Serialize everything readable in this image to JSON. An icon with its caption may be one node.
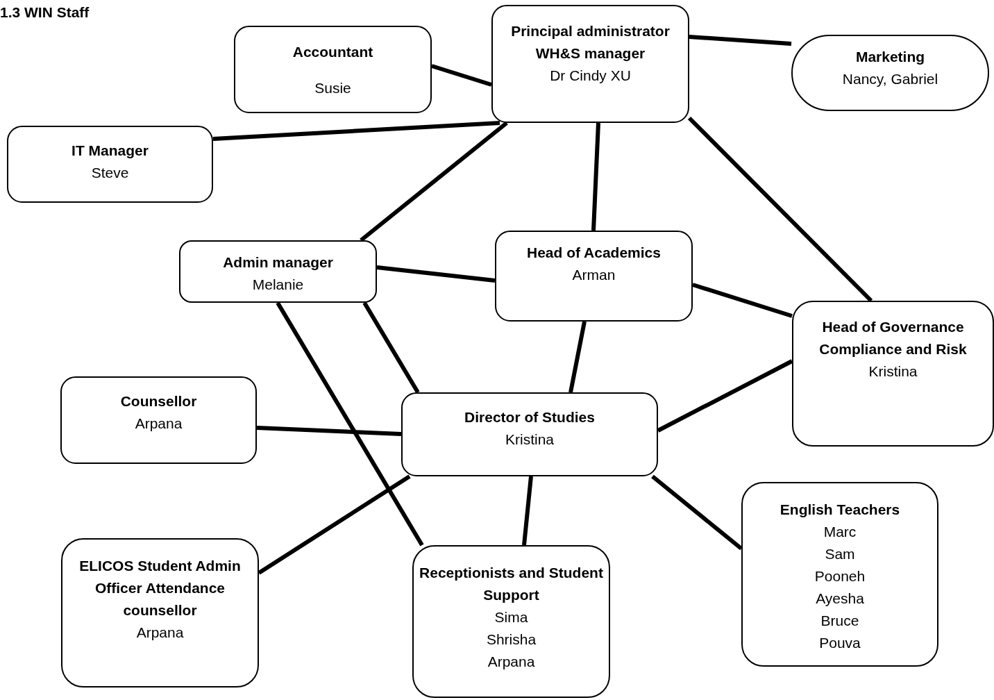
{
  "diagram": {
    "title": "1.3 WIN Staff",
    "nodes": [
      {
        "text": [
          "Accountant",
          "Susie"
        ]
      },
      {
        "text": [
          "Principal administrator WH&S manager",
          "Dr Cindy XU"
        ]
      },
      {
        "text": [
          "Marketing",
          "Nancy, Gabriel"
        ]
      },
      {
        "text": [
          "IT Manager",
          "Steve"
        ]
      },
      {
        "text": [
          "Admin manager",
          "Melanie"
        ]
      },
      {
        "text": [
          "Head of Academics",
          "Arman"
        ]
      },
      {
        "text": [
          "Head of Governance Compliance and Risk",
          "Kristina"
        ]
      },
      {
        "text": [
          "Counsellor",
          "Arpana"
        ]
      },
      {
        "text": [
          "Director of Studies",
          "Kristina"
        ]
      },
      {
        "text": [
          "ELICOS Student Admin Officer Attendance counsellor",
          "Arpana"
        ]
      },
      {
        "text": [
          "Receptionists and Student Support",
          "Sima",
          "Shrisha",
          "Arpana"
        ]
      },
      {
        "text": [
          "English Teachers",
          "Marc",
          "Sam",
          "Pooneh",
          "Ayesha",
          "Bruce",
          "Pouva"
        ]
      }
    ],
    "edges": [
      {
        "from": 0,
        "to": 1,
        "arrow": "none"
      },
      {
        "from": 1,
        "to": 2,
        "arrow": "none"
      },
      {
        "from": 3,
        "to": 1,
        "arrow": "none"
      },
      {
        "from": 1,
        "to": 4,
        "arrow": "none"
      },
      {
        "from": 1,
        "to": 5,
        "arrow": "none"
      },
      {
        "from": 1,
        "to": 6,
        "arrow": "none"
      },
      {
        "from": 4,
        "to": 5,
        "arrow": "none"
      },
      {
        "from": 5,
        "to": 6,
        "arrow": "none"
      },
      {
        "from": 4,
        "to": 8,
        "arrow": "none"
      },
      {
        "from": 4,
        "to": 10,
        "arrow": "none"
      },
      {
        "from": 5,
        "to": 8,
        "arrow": "none"
      },
      {
        "from": 6,
        "to": 8,
        "arrow": "none"
      },
      {
        "from": 7,
        "to": 8,
        "arrow": "none"
      },
      {
        "from": 9,
        "to": 8,
        "arrow": "none"
      },
      {
        "from": 8,
        "to": 10,
        "arrow": "none"
      },
      {
        "from": 8,
        "to": 11,
        "arrow": "none"
      }
    ]
  }
}
